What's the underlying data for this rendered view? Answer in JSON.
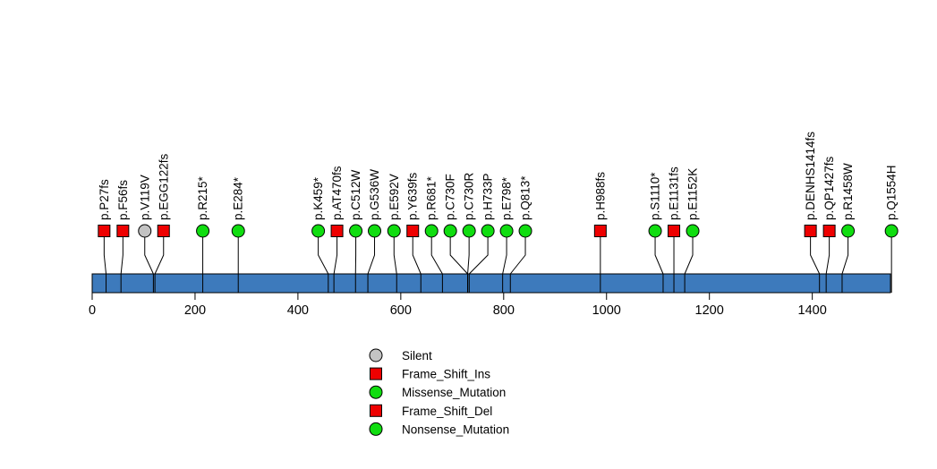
{
  "chart_data": {
    "type": "lollipop",
    "title": "",
    "xlabel": "",
    "ylabel": "",
    "axis": {
      "min": 0,
      "max": 1552,
      "ticks": [
        0,
        200,
        400,
        600,
        800,
        1000,
        1200,
        1400
      ]
    },
    "protein_bar": {
      "color": "#3D7ABC",
      "border_color": "#000000"
    },
    "marker_colors": {
      "silent": "#C3C3C3",
      "frame_shift": "#EE0000",
      "missense_nonsense": "#10DD10"
    },
    "mutations": [
      {
        "label": "p.P27fs",
        "position": 27,
        "shape": "square",
        "color": "#EE0000"
      },
      {
        "label": "p.F56fs",
        "position": 56,
        "shape": "square",
        "color": "#EE0000"
      },
      {
        "label": "p.V119V",
        "position": 119,
        "shape": "circle",
        "color": "#C3C3C3"
      },
      {
        "label": "p.EGG122fs",
        "position": 122,
        "shape": "square",
        "color": "#EE0000"
      },
      {
        "label": "p.R215*",
        "position": 215,
        "shape": "circle",
        "color": "#10DD10"
      },
      {
        "label": "p.E284*",
        "position": 284,
        "shape": "circle",
        "color": "#10DD10"
      },
      {
        "label": "p.K459*",
        "position": 459,
        "shape": "circle",
        "color": "#10DD10"
      },
      {
        "label": "p.AT470fs",
        "position": 470,
        "shape": "square",
        "color": "#EE0000"
      },
      {
        "label": "p.C512W",
        "position": 512,
        "shape": "circle",
        "color": "#10DD10"
      },
      {
        "label": "p.G536W",
        "position": 536,
        "shape": "circle",
        "color": "#10DD10"
      },
      {
        "label": "p.E592V",
        "position": 592,
        "shape": "circle",
        "color": "#10DD10"
      },
      {
        "label": "p.Y639fs",
        "position": 639,
        "shape": "square",
        "color": "#EE0000"
      },
      {
        "label": "p.R681*",
        "position": 681,
        "shape": "circle",
        "color": "#10DD10"
      },
      {
        "label": "p.C730F",
        "position": 730,
        "shape": "circle",
        "color": "#10DD10"
      },
      {
        "label": "p.C730R",
        "position": 730,
        "shape": "circle",
        "color": "#10DD10"
      },
      {
        "label": "p.H733P",
        "position": 733,
        "shape": "circle",
        "color": "#10DD10"
      },
      {
        "label": "p.E798*",
        "position": 798,
        "shape": "circle",
        "color": "#10DD10"
      },
      {
        "label": "p.Q813*",
        "position": 813,
        "shape": "circle",
        "color": "#10DD10"
      },
      {
        "label": "p.H988fs",
        "position": 988,
        "shape": "square",
        "color": "#EE0000"
      },
      {
        "label": "p.S1110*",
        "position": 1110,
        "shape": "circle",
        "color": "#10DD10"
      },
      {
        "label": "p.E1131fs",
        "position": 1131,
        "shape": "square",
        "color": "#EE0000"
      },
      {
        "label": "p.E1152K",
        "position": 1152,
        "shape": "circle",
        "color": "#10DD10"
      },
      {
        "label": "p.DENHS1414fs",
        "position": 1414,
        "shape": "square",
        "color": "#EE0000"
      },
      {
        "label": "p.QP1427fs",
        "position": 1427,
        "shape": "square",
        "color": "#EE0000"
      },
      {
        "label": "p.R1458W",
        "position": 1458,
        "shape": "circle",
        "color": "#10DD10"
      },
      {
        "label": "p.Q1554H",
        "position": 1554,
        "shape": "circle",
        "color": "#10DD10"
      }
    ],
    "legend": {
      "position": "bottom-center-left",
      "entries": [
        {
          "label": "Silent",
          "shape": "circle",
          "color": "#C3C3C3"
        },
        {
          "label": "Frame_Shift_Ins",
          "shape": "square",
          "color": "#EE0000"
        },
        {
          "label": "Missense_Mutation",
          "shape": "circle",
          "color": "#10DD10"
        },
        {
          "label": "Frame_Shift_Del",
          "shape": "square",
          "color": "#EE0000"
        },
        {
          "label": "Nonsense_Mutation",
          "shape": "circle",
          "color": "#10DD10"
        }
      ]
    }
  }
}
